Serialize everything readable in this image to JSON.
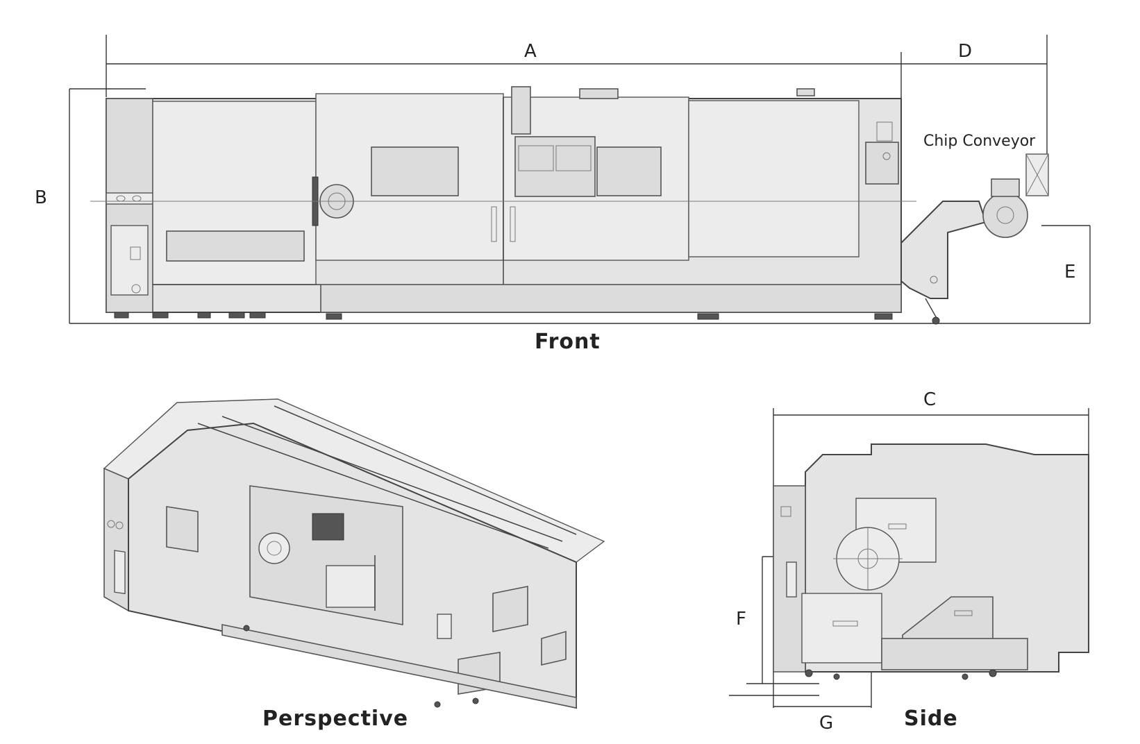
{
  "views": {
    "front": "Front",
    "perspective": "Perspective",
    "side": "Side"
  },
  "callouts": {
    "chip_conveyor": "Chip Conveyor"
  },
  "dimensions": {
    "A": "A",
    "B": "B",
    "C": "C",
    "D": "D",
    "E": "E",
    "F": "F",
    "G": "G"
  }
}
